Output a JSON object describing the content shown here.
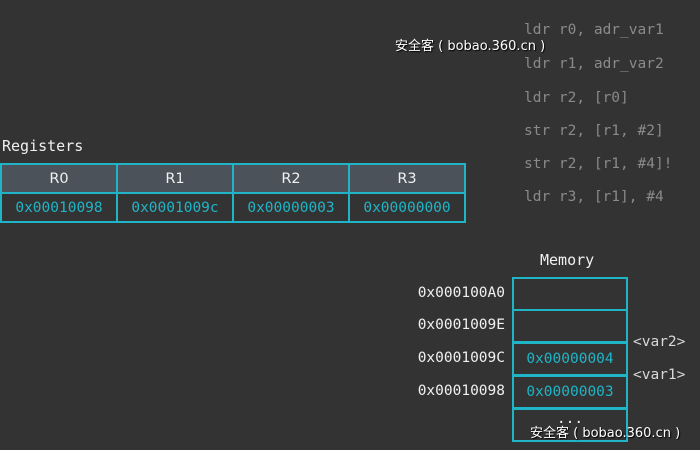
{
  "code": [
    "ldr r0, adr_var1",
    "ldr r1, adr_var2",
    "ldr r2, [r0]",
    "str r2, [r1, #2]",
    "str r2, [r1, #4]!",
    "ldr r3, [r1], #4"
  ],
  "registers": {
    "title": "Registers",
    "headers": [
      "R0",
      "R1",
      "R2",
      "R3"
    ],
    "values": [
      "0x00010098",
      "0x0001009c",
      "0x00000003",
      "0x00000000"
    ]
  },
  "memory": {
    "title": "Memory",
    "rows": [
      {
        "address": "0x000100A0",
        "value": "",
        "tag": ""
      },
      {
        "address": "0x0001009E",
        "value": "",
        "tag": ""
      },
      {
        "address": "0x0001009C",
        "value": "0x00000004",
        "tag": "<var2>"
      },
      {
        "address": "0x00010098",
        "value": "0x00000003",
        "tag": "<var1>"
      }
    ],
    "ellipsis": "..."
  },
  "watermark": "安全客 ( bobao.360.cn )",
  "colors": {
    "background": "#333333",
    "accent": "#1fb5c6",
    "header": "#4b525a"
  }
}
